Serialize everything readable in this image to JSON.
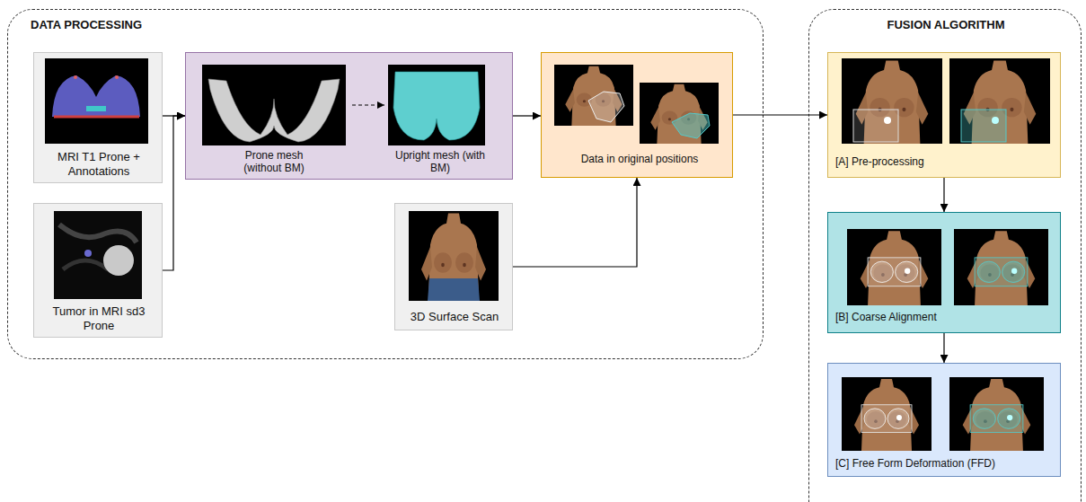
{
  "diagram": {
    "nodes": [
      {
        "text": [
          "DATA PROCESSING"
        ]
      },
      {
        "text": [
          "MRI T1 Prone + Annotations"
        ],
        "in": 0
      },
      {
        "text": [
          "Tumor in MRI sd3 Prone"
        ],
        "in": 0
      },
      {
        "text": [
          "Prone mesh (without BM)",
          "Upright mesh (with BM)"
        ],
        "in": 0
      },
      {
        "text": [
          "Data in original positions"
        ],
        "in": 0
      },
      {
        "text": [
          "3D Surface Scan"
        ],
        "in": 0
      },
      {
        "text": [
          "FUSION ALGORITHM"
        ]
      },
      {
        "text": [
          "[A] Pre-processing"
        ],
        "in": 6
      },
      {
        "text": [
          "[B] Coarse Alignment"
        ],
        "in": 6
      },
      {
        "text": [
          "[C] Free Form Deformation (FFD)"
        ],
        "in": 6
      }
    ],
    "edges": [
      {
        "from": 1,
        "to": 3,
        "arrow": "to"
      },
      {
        "from": 2,
        "to": 3,
        "arrow": "to"
      },
      {
        "from": 3,
        "to": 4,
        "arrow": "to"
      },
      {
        "from": 5,
        "to": 4,
        "arrow": "to"
      },
      {
        "from": 4,
        "to": 7,
        "arrow": "to"
      },
      {
        "from": 7,
        "to": 8,
        "arrow": "to"
      },
      {
        "from": 8,
        "to": 9,
        "arrow": "to"
      }
    ]
  }
}
